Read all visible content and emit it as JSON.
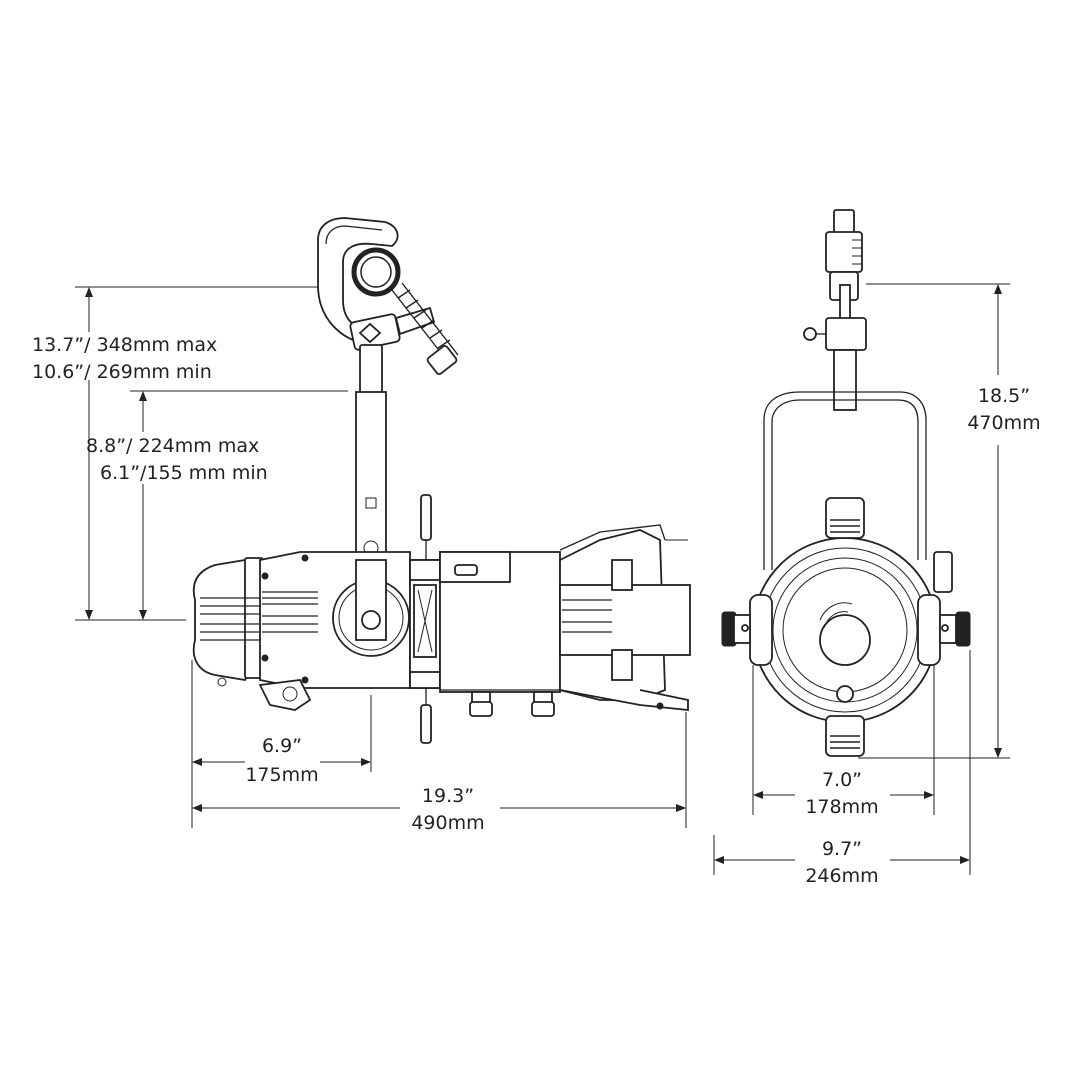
{
  "side_view": {
    "hanging_height": {
      "max": "13.7”/ 348mm max",
      "min": "10.6”/ 269mm min"
    },
    "yoke_height": {
      "max": "8.8”/ 224mm max",
      "min": "6.1”/155 mm min"
    },
    "rear_length": {
      "inches": "6.9”",
      "mm": "175mm"
    },
    "overall_length": {
      "inches": "19.3”",
      "mm": "490mm"
    }
  },
  "front_view": {
    "overall_height": {
      "inches": "18.5”",
      "mm": "470mm"
    },
    "body_width": {
      "inches": "7.0”",
      "mm": "178mm"
    },
    "overall_width": {
      "inches": "9.7”",
      "mm": "246mm"
    }
  },
  "colors": {
    "line": "#222222",
    "background": "#ffffff"
  }
}
